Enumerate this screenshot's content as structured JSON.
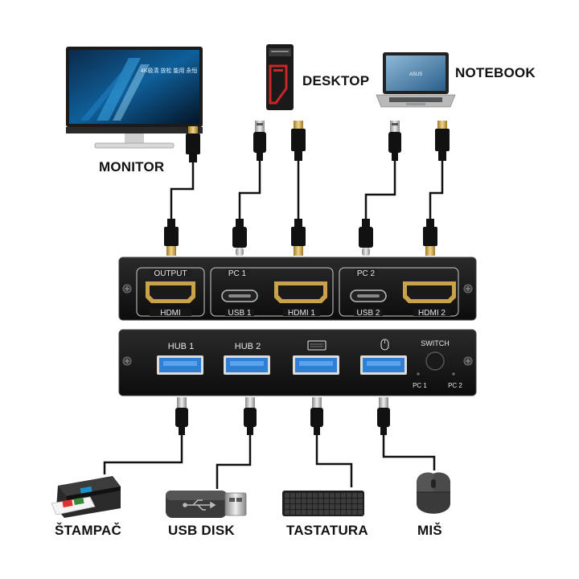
{
  "devices": {
    "monitor": {
      "label": "MONITOR",
      "screen_text": "4K极清 放松 能用 永恒"
    },
    "desktop": {
      "label": "DESKTOP"
    },
    "notebook": {
      "label": "NOTEBOOK",
      "brand": "ASUS"
    },
    "printer": {
      "label": "ŠTAMPAČ"
    },
    "usb_disk": {
      "label": "USB DISK"
    },
    "keyboard": {
      "label": "TASTATURA"
    },
    "mouse": {
      "label": "MIŠ"
    }
  },
  "switch_top": {
    "output_group": "OUTPUT",
    "output_port": "HDMI",
    "pc1_group": "PC 1",
    "pc1_usb": "USB 1",
    "pc1_hdmi": "HDMI 1",
    "pc2_group": "PC 2",
    "pc2_usb": "USB 2",
    "pc2_hdmi": "HDMI 2"
  },
  "switch_front": {
    "hub1": "HUB  1",
    "hub2": "HUB  2",
    "keyboard_port_icon": "keyboard-icon",
    "mouse_port_icon": "mouse-icon",
    "switch_label": "SWITCH",
    "led_pc1": "PC 1",
    "led_pc2": "PC 2"
  },
  "colors": {
    "usb3_blue": "#2f7fd6",
    "hdmi_gold": "#c9a24a",
    "case_black": "#141414",
    "desktop_red": "#c8262a"
  }
}
